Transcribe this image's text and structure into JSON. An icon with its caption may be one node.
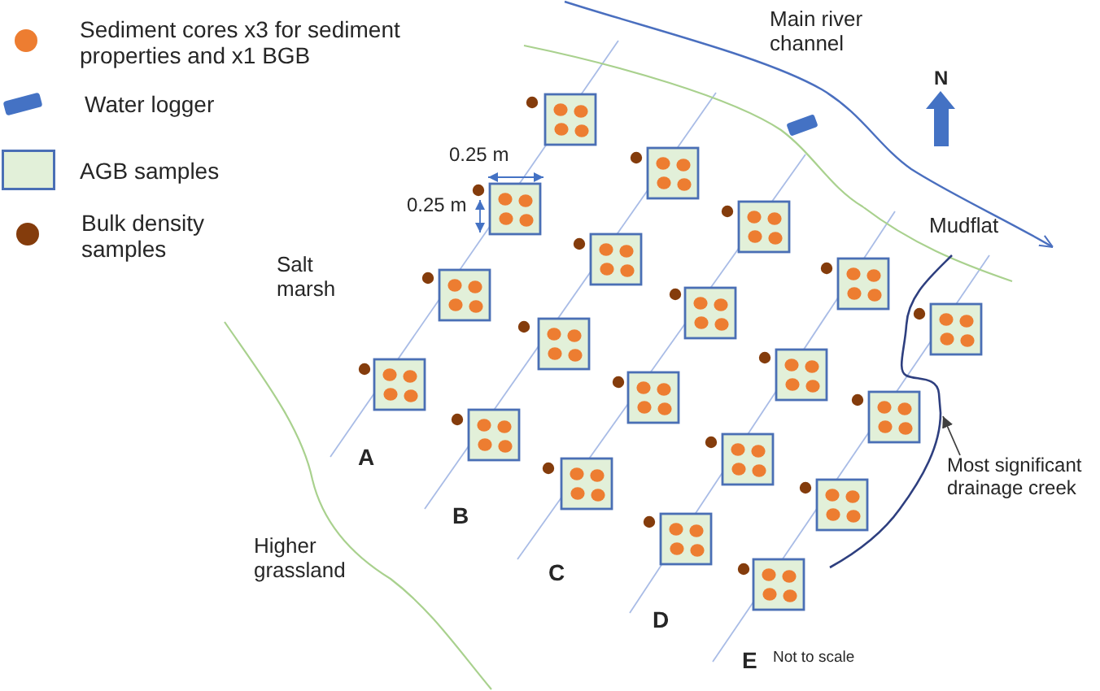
{
  "diagram": {
    "nodes": [
      {
        "text": [],
        "shape": "line"
      },
      {
        "text": [
          "Most significant drainage creek"
        ]
      }
    ],
    "edges": [
      {
        "from": 1,
        "to": 0,
        "arrow": "to"
      }
    ],
    "labels": [
      "Main river channel",
      "N",
      "0.25 m",
      "0.25 m",
      "Mudflat",
      "Salt marsh",
      "A",
      "B",
      "Higher grassland",
      "C",
      "D",
      "E",
      "Not to scale"
    ],
    "legend": [
      {
        "text": "Sediment cores x3 for sediment properties and x1 BGB",
        "color": "#ed7d31"
      },
      {
        "text": "Water logger",
        "color": "#4472c4"
      },
      {
        "text": "AGB samples",
        "color": "#e2f0d9"
      },
      {
        "text": "Bulk density samples",
        "color": "#843c0c"
      }
    ]
  }
}
